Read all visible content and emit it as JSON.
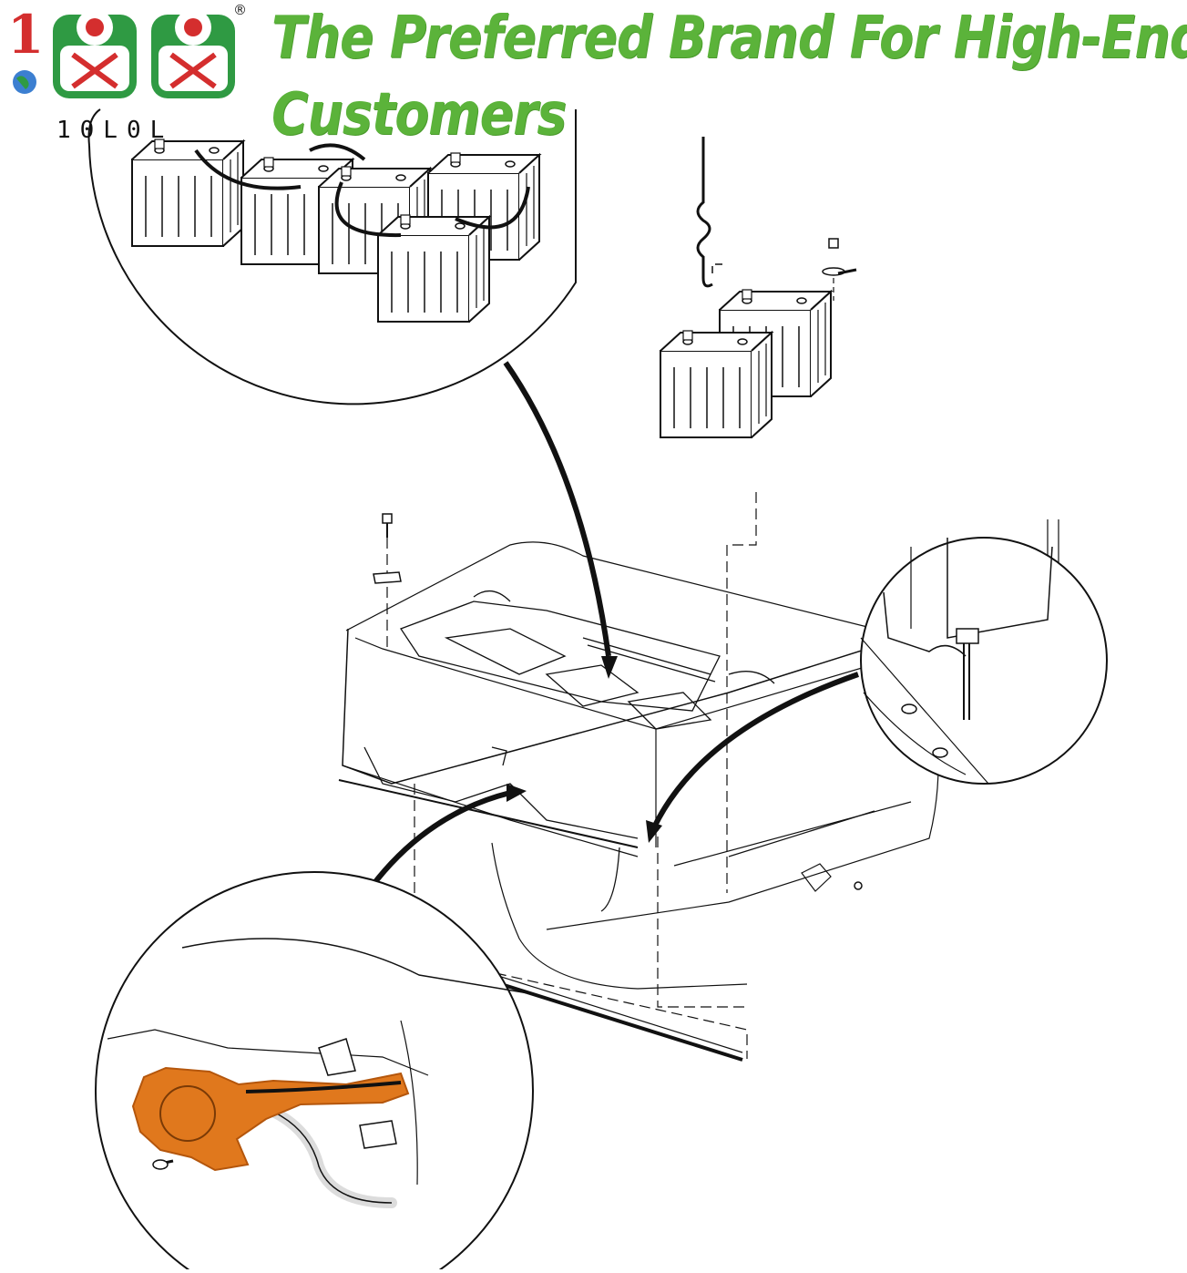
{
  "brand": {
    "logo_text": "10L0L",
    "registered_mark": "®"
  },
  "headline": {
    "line1": "The Preferred Brand For High-End",
    "line2": "Customers"
  },
  "colors": {
    "headline_green": "#5bb33a",
    "logo_red": "#d42e2e",
    "logo_green": "#2f9a43",
    "highlight_orange": "#e0781d",
    "line_black": "#111111"
  },
  "icons": [
    "globe-icon",
    "battery-icon",
    "screw-icon",
    "hook-icon",
    "arrow-icon"
  ]
}
